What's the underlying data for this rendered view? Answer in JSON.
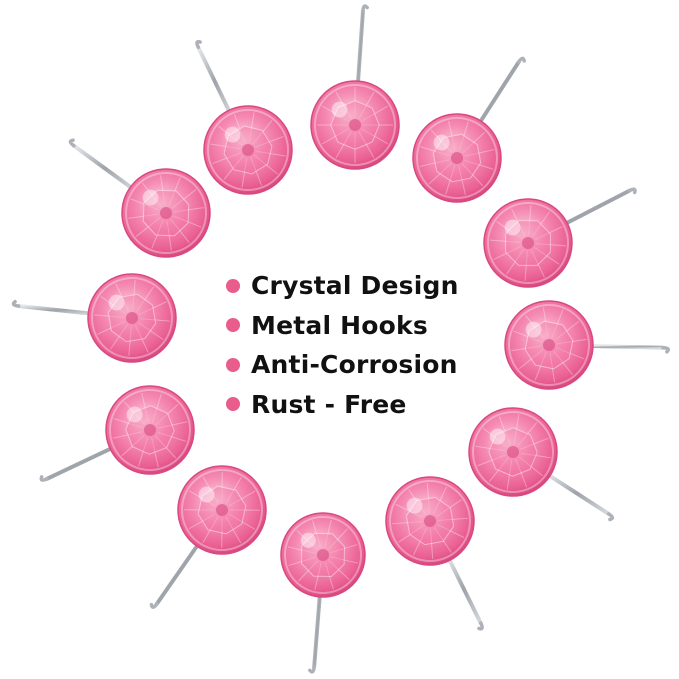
{
  "product": {
    "description": "Twelve round pink faceted crystal shower curtain hooks with silver metal hooks",
    "hook_count": 12,
    "colors": {
      "crystal": "#ef6f9c",
      "crystal_light": "#f9c1d6",
      "crystal_dark": "#d94880",
      "hook_metal": "#b8bcc2",
      "bullet": "#e85d8c",
      "text": "#111111"
    }
  },
  "features": [
    {
      "label": "Crystal Design"
    },
    {
      "label": "Metal Hooks"
    },
    {
      "label": "Anti-Corrosion"
    },
    {
      "label": "Rust - Free"
    }
  ]
}
